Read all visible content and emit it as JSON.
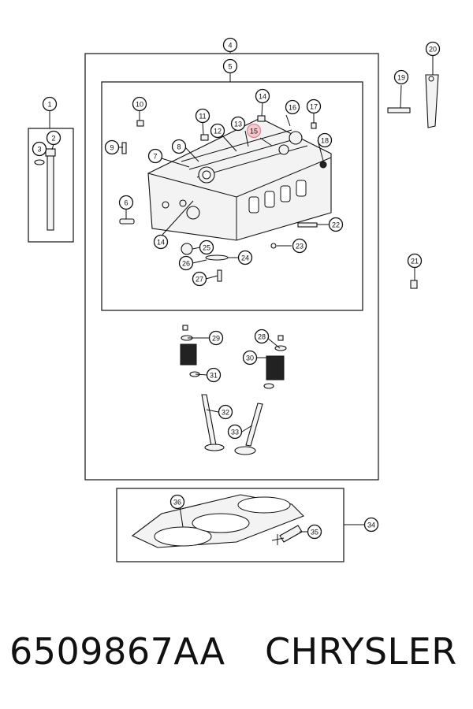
{
  "callouts": [
    {
      "n": "1"
    },
    {
      "n": "2"
    },
    {
      "n": "3"
    },
    {
      "n": "4"
    },
    {
      "n": "5"
    },
    {
      "n": "6"
    },
    {
      "n": "7"
    },
    {
      "n": "8"
    },
    {
      "n": "9"
    },
    {
      "n": "10"
    },
    {
      "n": "11"
    },
    {
      "n": "12"
    },
    {
      "n": "13"
    },
    {
      "n": "14"
    },
    {
      "n": "15"
    },
    {
      "n": "16"
    },
    {
      "n": "17"
    },
    {
      "n": "18"
    },
    {
      "n": "19"
    },
    {
      "n": "20"
    },
    {
      "n": "21"
    },
    {
      "n": "22"
    },
    {
      "n": "23"
    },
    {
      "n": "24"
    },
    {
      "n": "25"
    },
    {
      "n": "26"
    },
    {
      "n": "27"
    },
    {
      "n": "28"
    },
    {
      "n": "29"
    },
    {
      "n": "30"
    },
    {
      "n": "31"
    },
    {
      "n": "32"
    },
    {
      "n": "33"
    },
    {
      "n": "34"
    },
    {
      "n": "35"
    },
    {
      "n": "36"
    }
  ],
  "highlight_callout": "15",
  "highlight_color": "#f6c9cf",
  "footer": {
    "part_number": "6509867AA",
    "brand": "CHRYSLER"
  }
}
